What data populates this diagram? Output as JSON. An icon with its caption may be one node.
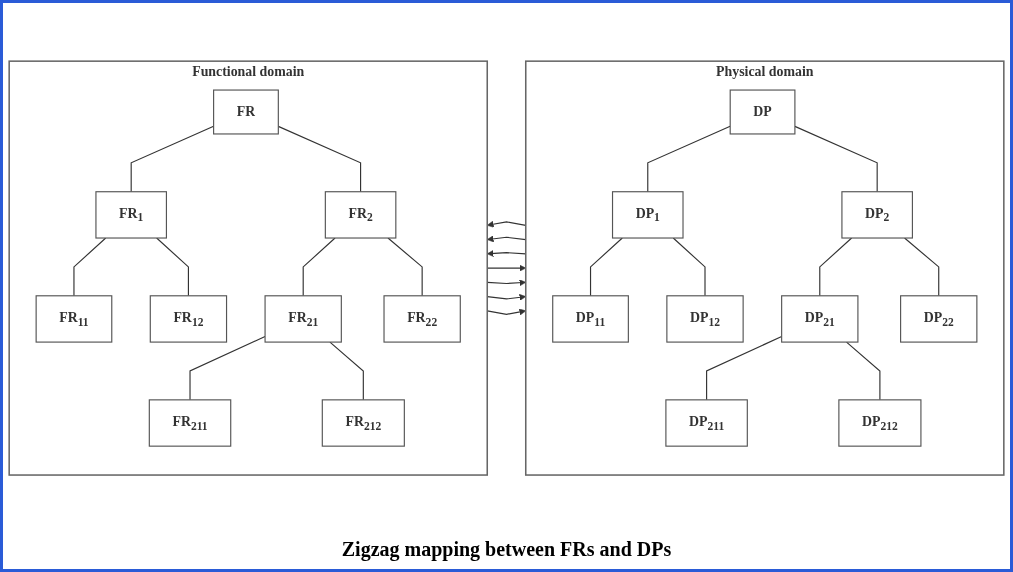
{
  "diagram": {
    "caption": "Zigzag mapping between FRs and DPs",
    "nodes": [
      {
        "text": [
          "Functional domain"
        ]
      },
      {
        "text": [
          "FR"
        ],
        "in": 0
      },
      {
        "text": [
          "FR$_{1}$"
        ],
        "in": 0
      },
      {
        "text": [
          "FR$_{2}$"
        ],
        "in": 0
      },
      {
        "text": [
          "FR$_{11}$"
        ],
        "in": 0
      },
      {
        "text": [
          "FR$_{12}$"
        ],
        "in": 0
      },
      {
        "text": [
          "FR$_{21}$"
        ],
        "in": 0
      },
      {
        "text": [
          "FR$_{22}$"
        ],
        "in": 0
      },
      {
        "text": [
          "FR$_{211}$"
        ],
        "in": 0
      },
      {
        "text": [
          "FR$_{212}$"
        ],
        "in": 0
      },
      {
        "text": [
          "Physical domain"
        ]
      },
      {
        "text": [
          "DP"
        ],
        "in": 10
      },
      {
        "text": [
          "DP$_{1}$"
        ],
        "in": 10
      },
      {
        "text": [
          "DP$_{2}$"
        ],
        "in": 10
      },
      {
        "text": [
          "DP$_{11}$"
        ],
        "in": 10
      },
      {
        "text": [
          "DP$_{12}$"
        ],
        "in": 10
      },
      {
        "text": [
          "DP$_{21}$"
        ],
        "in": 10
      },
      {
        "text": [
          "DP$_{22}$"
        ],
        "in": 10
      },
      {
        "text": [
          "DP$_{211}$"
        ],
        "in": 10
      },
      {
        "text": [
          "DP$_{212}$"
        ],
        "in": 10
      }
    ],
    "edges": [
      {
        "from": 1,
        "to": 2,
        "arrow": "none"
      },
      {
        "from": 1,
        "to": 3,
        "arrow": "none"
      },
      {
        "from": 2,
        "to": 4,
        "arrow": "none"
      },
      {
        "from": 2,
        "to": 5,
        "arrow": "none"
      },
      {
        "from": 3,
        "to": 6,
        "arrow": "none"
      },
      {
        "from": 3,
        "to": 7,
        "arrow": "none"
      },
      {
        "from": 6,
        "to": 8,
        "arrow": "none"
      },
      {
        "from": 6,
        "to": 9,
        "arrow": "none"
      },
      {
        "from": 11,
        "to": 12,
        "arrow": "none"
      },
      {
        "from": 11,
        "to": 13,
        "arrow": "none"
      },
      {
        "from": 12,
        "to": 14,
        "arrow": "none"
      },
      {
        "from": 12,
        "to": 15,
        "arrow": "none"
      },
      {
        "from": 13,
        "to": 16,
        "arrow": "none"
      },
      {
        "from": 13,
        "to": 17,
        "arrow": "none"
      },
      {
        "from": 16,
        "to": 18,
        "arrow": "none"
      },
      {
        "from": 16,
        "to": 19,
        "arrow": "none"
      },
      {
        "from": 0,
        "to": 10,
        "arrow": "to"
      },
      {
        "from": 10,
        "to": 0,
        "arrow": "to"
      },
      {
        "from": 0,
        "to": 10,
        "arrow": "to"
      },
      {
        "from": 10,
        "to": 0,
        "arrow": "to"
      },
      {
        "from": 0,
        "to": 10,
        "arrow": "to"
      },
      {
        "from": 10,
        "to": 0,
        "arrow": "to"
      },
      {
        "from": 0,
        "to": 10,
        "arrow": "to"
      }
    ]
  }
}
